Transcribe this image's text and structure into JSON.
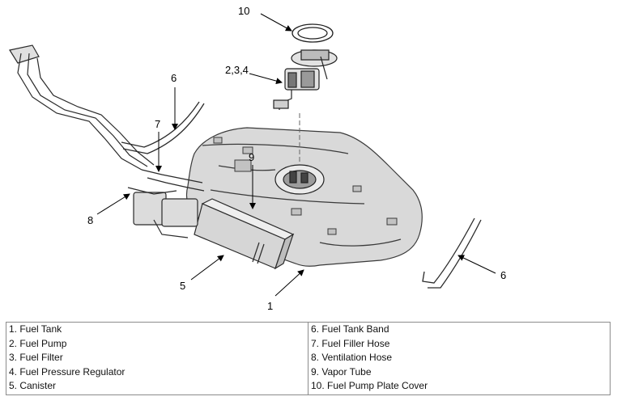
{
  "callouts": {
    "c1": "1",
    "c5": "5",
    "c6a": "6",
    "c6b": "6",
    "c7": "7",
    "c8": "8",
    "c9": "9",
    "c10": "10",
    "c234": "2,3,4"
  },
  "legend": {
    "left": [
      "1. Fuel Tank",
      "2. Fuel Pump",
      "3. Fuel Filter",
      "4. Fuel Pressure Regulator",
      "5. Canister"
    ],
    "right": [
      "6. Fuel Tank Band",
      "7. Fuel Filler Hose",
      "8. Ventilation Hose",
      "9. Vapor Tube",
      "10. Fuel Pump Plate Cover"
    ]
  }
}
